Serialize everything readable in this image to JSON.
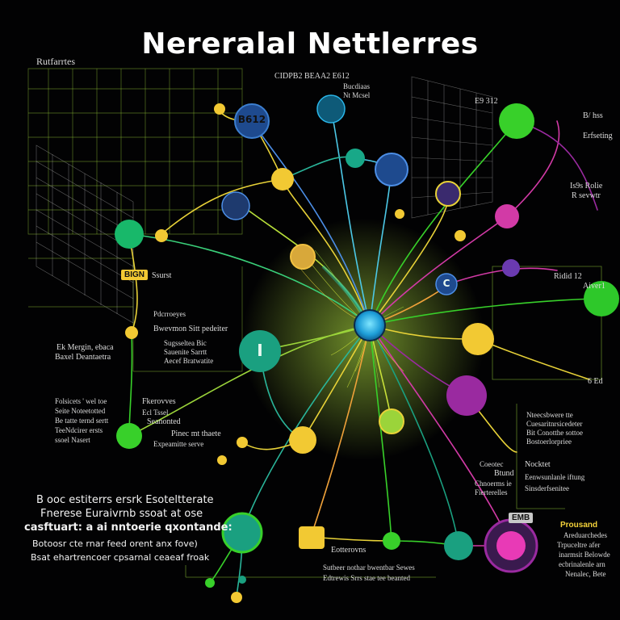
{
  "title": "Nereralal Nettlerres",
  "labels": {
    "top_left": "Rutfarrtes",
    "top_center_a": "CIDPB2 BEAA2 E612",
    "top_center_b": "Bucdiaas",
    "top_center_c": "Nt Mcsel",
    "left_tag": "BIGN",
    "left_a": "Ssurst",
    "left_b": "Pdcrroeyes",
    "left_c": "Bwevmon Sitt pedeiter",
    "left_d": "Sugsseltea Bic",
    "left_e": "Sauenite Sarrtt",
    "left_f": "Aecef Bratwatite",
    "mid_left_a": "Ek Mergin, ebaca",
    "mid_left_b": "Baxel Deantaetra",
    "left_block": [
      "Folsicets ' wel toe",
      "Seite Noteetotted",
      "Be tatte ternd sertt",
      "TeeNdcirer ersts",
      "ssoel Nasert"
    ],
    "mid_block": [
      "Fkerovves",
      "Ecl Tssel",
      "Seanonted"
    ],
    "mid_block_b": [
      "Pinec mt thaete",
      "Expeamitte serve"
    ],
    "big_block": [
      "B ooc estiterrs ersrk Esoteltterate",
      "Fnerese Euraivrnb ssoat at ose",
      "casftuart: a ai nntoerie qxontande:",
      "Botoosr cte rnar feed orent anx fove)",
      "Bsat ehartrencoer cpsarnal ceaeaf froak"
    ],
    "bottom_center_a": "Eotterovns",
    "bottom_center_b": "Sutbeer nothar bwentbar Sewes",
    "bottom_center_c": "Edtrewis Srrs stae tee beanted",
    "right_a": "E9 312",
    "right_b": "B/ hss",
    "right_c": "Erfseting",
    "right_d": "Is9s Rolie",
    "right_e": "R sevwtr",
    "right_f": "Ridid 12",
    "right_g": "Aiver1",
    "right_h": "6 Ed",
    "right_block": [
      "Nteecsbwere tte",
      "Cuesaritnrsicedeter",
      "Bit Conotthe sottoe",
      "Bostoerlorpriee"
    ],
    "right_block_b": [
      "Nocktet",
      "Eenwsunlanle iftung",
      "Sinsderfsenitee"
    ],
    "right_mid": [
      "Coeotec",
      "Btund",
      "Chnoerms ie",
      "Fierterelles"
    ],
    "right_tag": "EMB",
    "right_bottom": [
      "Prousand",
      "Areduarchedes",
      "Trpuceltre afer",
      "inarmsit Belowde",
      "ecbrinalenle arn",
      "Nenalec, Bete"
    ],
    "node_b612": "B612",
    "node_i": "I",
    "node_c": "C"
  },
  "colors": {
    "background": "#020203",
    "title": "#ffffff",
    "yellow": "#f2c933",
    "green": "#18b86a",
    "lime": "#38d02a",
    "teal": "#1aa080",
    "magenta": "#d23aa6",
    "purple": "#9a2aa0",
    "blue": "#1e5fb0",
    "cyan": "#2ab5e8",
    "orange": "#f0a23a"
  }
}
